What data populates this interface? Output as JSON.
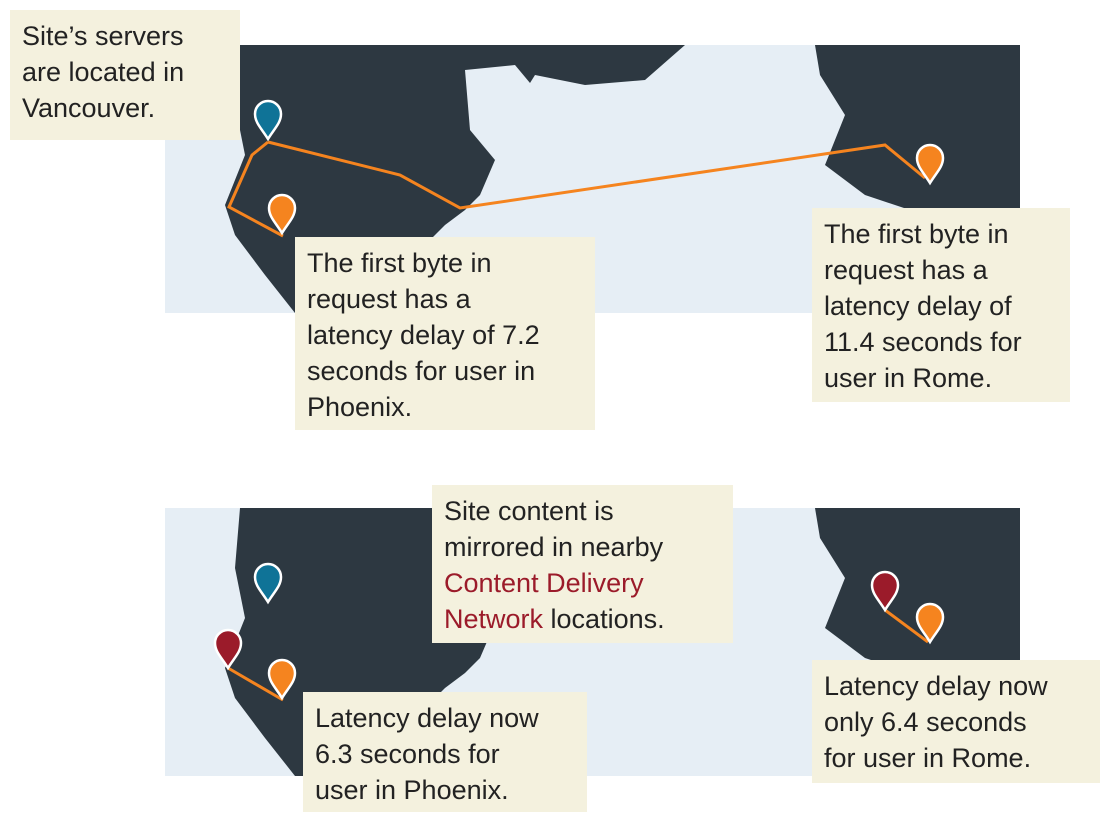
{
  "colors": {
    "land": "#2d3841",
    "ocean": "#e6eef5",
    "route": "#f5841f",
    "origin_pin": "#0f7397",
    "user_pin": "#f5841f",
    "cdn_pin": "#9b1b2a",
    "callout": "#f4f1de"
  },
  "top": {
    "servers_note": [
      "Site’s servers",
      "are located in",
      "Vancouver."
    ],
    "phoenix_note": [
      "The first byte in",
      "request has a",
      "latency delay of 7.2",
      "seconds for user in",
      "Phoenix."
    ],
    "rome_note": [
      "The first byte in",
      "request has a",
      "latency delay of",
      "11.4 seconds for",
      "user in Rome."
    ]
  },
  "bottom": {
    "cdn_note": {
      "line1": "Site content is",
      "line2": "mirrored in nearby",
      "highlight1": "Content Delivery",
      "highlight2": "Network",
      "line4_rest": " locations."
    },
    "phoenix_note": [
      "Latency delay now",
      "6.3 seconds for",
      "user in Phoenix."
    ],
    "rome_note": [
      "Latency delay now",
      "only 6.4 seconds",
      "for user in Rome."
    ]
  }
}
